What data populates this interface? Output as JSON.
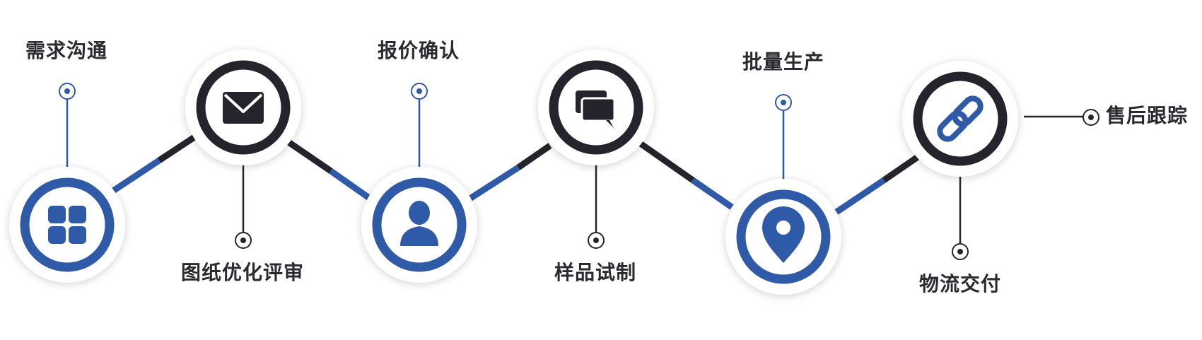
{
  "colors": {
    "blue": "#2f5aa8",
    "dark": "#24252c",
    "halo": "#ffffff"
  },
  "steps": [
    {
      "label": "需求沟通",
      "icon": "grid-icon",
      "color": "blue"
    },
    {
      "label": "图纸优化评审",
      "icon": "mail-icon",
      "color": "dark"
    },
    {
      "label": "报价确认",
      "icon": "user-icon",
      "color": "blue"
    },
    {
      "label": "样品试制",
      "icon": "chat-icon",
      "color": "dark"
    },
    {
      "label": "批量生产",
      "icon": "location-pin-icon",
      "color": "blue"
    },
    {
      "label": "物流交付",
      "icon": "link-icon",
      "color": "dark"
    },
    {
      "label": "售后跟踪",
      "icon": "",
      "color": "dark"
    }
  ]
}
